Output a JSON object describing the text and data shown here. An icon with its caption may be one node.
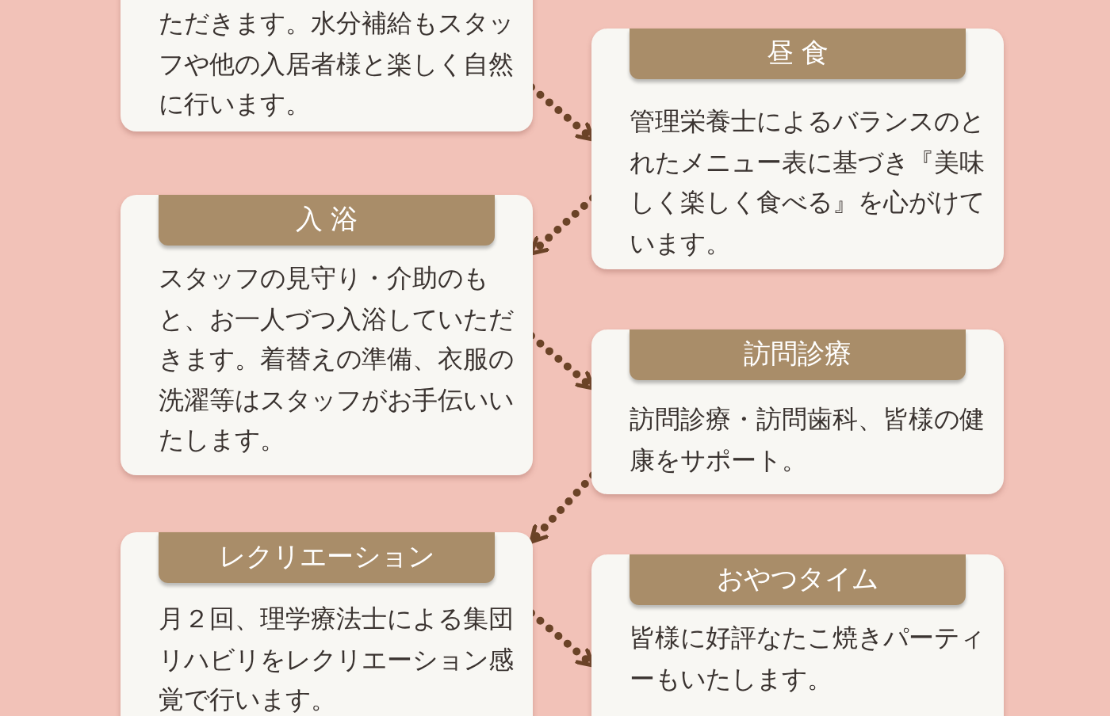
{
  "diagram": {
    "nodes": [
      {
        "text": [
          "ただきます。水分補給もスタッフや他の入居者様と楽しく自然に行います。"
        ]
      },
      {
        "text": [
          "昼 食",
          "管理栄養士によるバランスのとれたメニュー表に基づき『美味しく楽しく食べる』を心がけています。"
        ]
      },
      {
        "text": [
          "入 浴",
          "スタッフの見守り・介助のもと、お一人づつ入浴していただきます。着替えの準備、衣服の洗濯等はスタッフがお手伝いいたします。"
        ]
      },
      {
        "text": [
          "訪問診療",
          "訪問診療・訪問歯科、皆様の健康をサポート。"
        ]
      },
      {
        "text": [
          "レクリエーション",
          "月２回、理学療法士による集団リハビリをレクリエーション感覚で行います。"
        ]
      },
      {
        "text": [
          "おやつタイム",
          "皆様に好評なたこ焼きパーティーもいたします。"
        ]
      }
    ],
    "edges": [
      {
        "from": 0,
        "to": 1,
        "arrow": "to"
      },
      {
        "from": 1,
        "to": 2,
        "arrow": "to"
      },
      {
        "from": 2,
        "to": 3,
        "arrow": "to"
      },
      {
        "from": 3,
        "to": 4,
        "arrow": "to"
      },
      {
        "from": 4,
        "to": 5,
        "arrow": "to"
      }
    ]
  }
}
